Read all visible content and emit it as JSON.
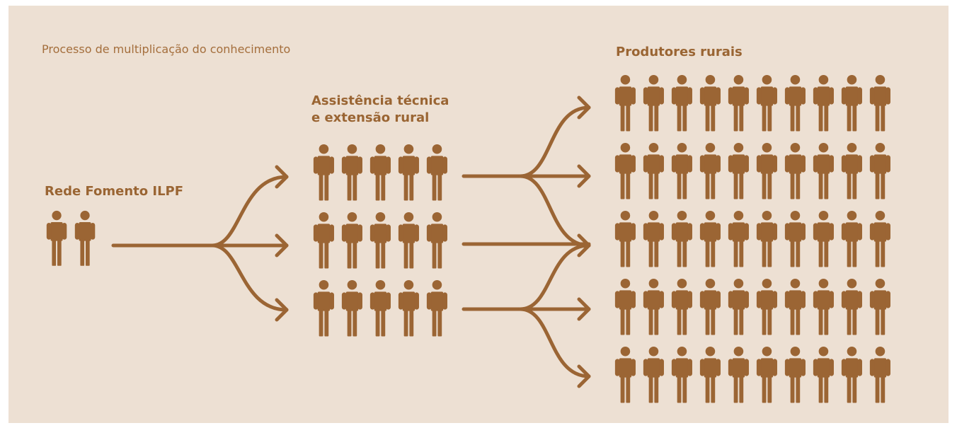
{
  "title": "Processo de multiplicação do conhecimento",
  "groups": [
    {
      "label": "Rede Fomento ILPF",
      "count": 2
    },
    {
      "label_lines": [
        "Assistência técnica",
        "e extensão rural"
      ],
      "count": 15
    },
    {
      "label": "Produtores rurais",
      "count": 50
    }
  ],
  "colors": {
    "background": "#ede0d3",
    "figure": "#9b6534",
    "text": "#9c6a37"
  },
  "icons": {
    "person": "person-icon",
    "arrow": "arrow-icon"
  }
}
